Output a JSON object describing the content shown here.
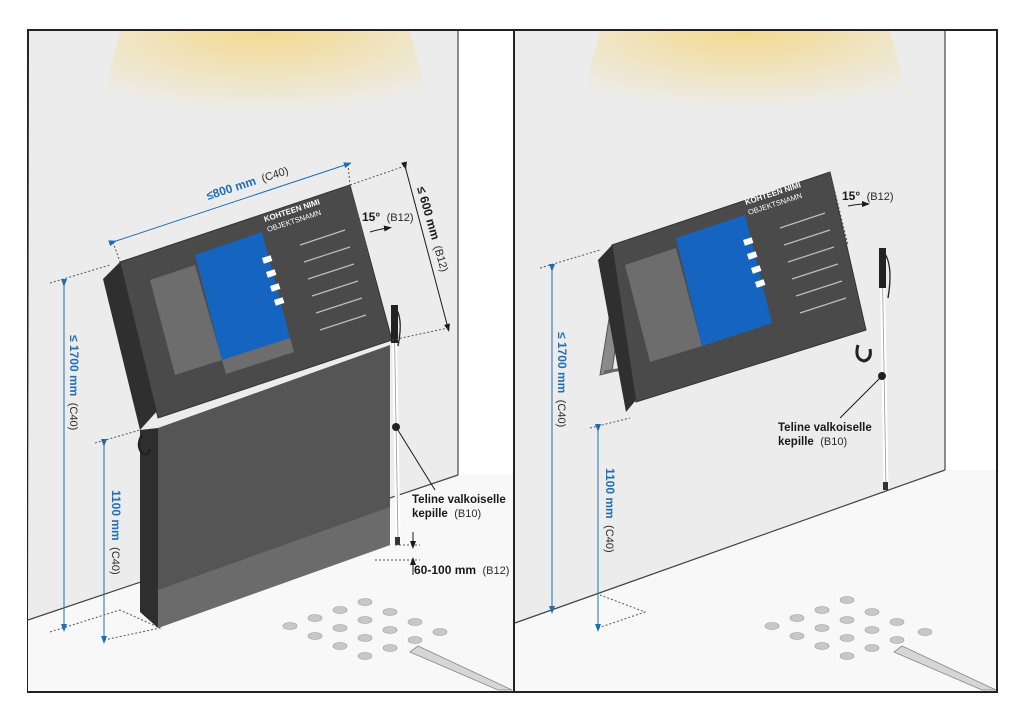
{
  "panels": [
    {
      "id": "left",
      "width_label": {
        "value": "≤800 mm",
        "code": "(C40)"
      },
      "height_label": {
        "value": "≤ 600 mm",
        "code": "(B12)"
      },
      "angle_label": {
        "value": "15°",
        "code": "(B12)"
      },
      "total_height_label": {
        "value": "≤ 1700 mm",
        "code": "(C40)"
      },
      "lower_height_label": {
        "value": "1100 mm",
        "code": "(C40)"
      },
      "gap_label": {
        "value": "60-100 mm",
        "code": "(B12)"
      },
      "holder_label": {
        "line1": "Teline valkoiselle",
        "line2": "kepille",
        "code": "(B10)"
      }
    },
    {
      "id": "right",
      "angle_label": {
        "value": "15°",
        "code": "(B12)"
      },
      "total_height_label": {
        "value": "≤ 1700 mm",
        "code": "(C40)"
      },
      "lower_height_label": {
        "value": "1100 mm",
        "code": "(C40)"
      },
      "holder_label": {
        "line1": "Teline valkoiselle",
        "line2": "kepille",
        "code": "(B10)"
      }
    }
  ],
  "sign": {
    "title": "KOHTEEN NIMI",
    "subtitle": "OBJEKTSNAMN"
  },
  "colors": {
    "accent_blue": "#1f6fb2",
    "sign_body": "#4a4a4a",
    "map_blue": "#1565c0",
    "wall": "#ececec",
    "floor_dots": "#c8c8c8"
  },
  "icons": [
    "white-cane-icon",
    "light-glow-icon",
    "tactile-dots-icon"
  ]
}
